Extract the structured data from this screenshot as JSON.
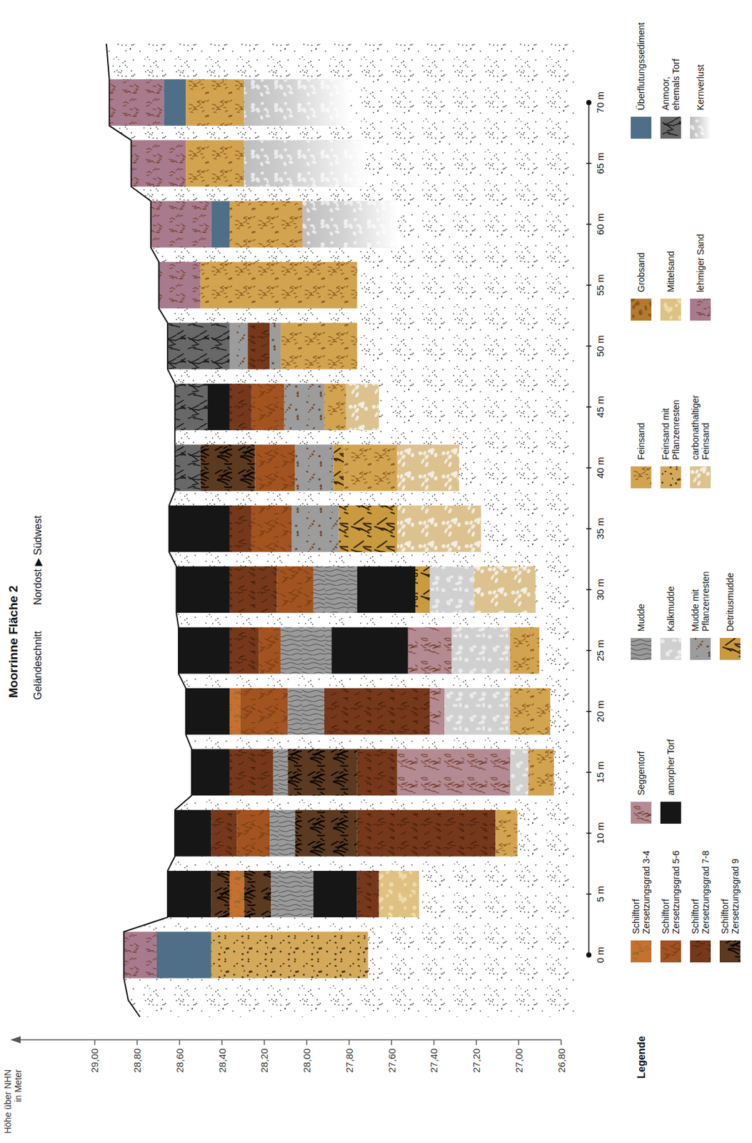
{
  "diagram": {
    "title": "Moorrinne Fläche 2",
    "labels": [
      "Geländeschnitt",
      "Nordost ▶ Südwest",
      "Höhe über NHN in Meter",
      "29,00",
      "28,80",
      "28,60",
      "28,40",
      "28,20",
      "28,00",
      "27,80",
      "27,60",
      "27,40",
      "27,20",
      "27,00",
      "26,80",
      "0 m",
      "5 m",
      "10 m",
      "15 m",
      "20 m",
      "25 m",
      "30 m",
      "35 m",
      "40 m",
      "45 m",
      "50 m",
      "55 m",
      "60 m",
      "65 m",
      "70 m",
      "Legende"
    ],
    "legend": [
      {
        "text": "Schilftorf Zersetzungsgrad 3-4",
        "color": "#c8702e"
      },
      {
        "text": "Schilftorf Zersetzungsgrad 5-6",
        "color": "#a3531f"
      },
      {
        "text": "Schilftorf Zersetzungsgrad 7-8",
        "color": "#76381a"
      },
      {
        "text": "Schilftorf Zersetzungsgrad 9",
        "color": "#5c3a20"
      },
      {
        "text": "Seggentorf",
        "color": "#b48a93"
      },
      {
        "text": "amorpher Torf",
        "color": "#161616"
      },
      {
        "text": "Mudde",
        "color": "#9a9a9a"
      },
      {
        "text": "Kalkmudde",
        "color": "#d0d0d0"
      },
      {
        "text": "Mudde mit Pflanzenresten",
        "color": "#9c9c9c"
      },
      {
        "text": "Detritusmudde",
        "color": "#c99a3e"
      },
      {
        "text": "Feinsand",
        "color": "#d3a450"
      },
      {
        "text": "Feinsand mit Pflanzenresten",
        "color": "#d4a95a"
      },
      {
        "text": "carbonathaltiger Feinsand",
        "color": "#dcc28e"
      },
      {
        "text": "Grobsand",
        "color": "#b47a2e"
      },
      {
        "text": "Mittelsand",
        "color": "#dfc183"
      },
      {
        "text": "lehmiger Sand",
        "color": "#a87a8e"
      },
      {
        "text": "Überflutungssediment",
        "color": "#4e6f87"
      },
      {
        "text": "Anmoor, ehemals Torf",
        "color": "#686868"
      },
      {
        "text": "Kernverlust",
        "color": "#bdbdbd"
      }
    ]
  }
}
